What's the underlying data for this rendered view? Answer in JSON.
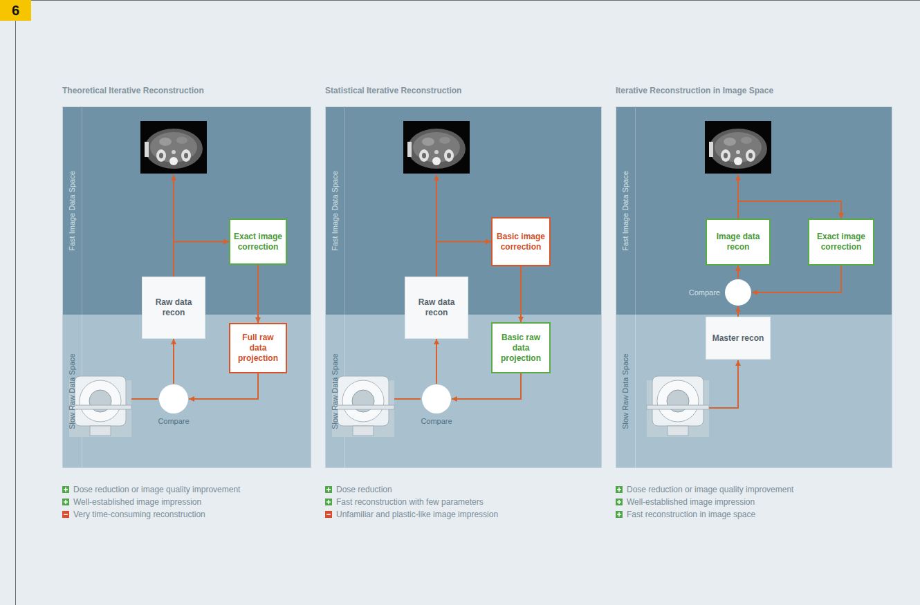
{
  "diagram": {
    "nodes": [
      {
        "text": [
          "Theoretical Iterative Reconstruction"
        ]
      },
      {
        "text": [
          "Fast Image Data Space"
        ],
        "in": 0
      },
      {
        "text": [
          "Slow Raw Data Space"
        ],
        "in": 0
      },
      {
        "text": [
          "Raw data recon"
        ],
        "in": 0
      },
      {
        "text": [
          "Exact image correction"
        ],
        "in": 0
      },
      {
        "text": [
          "Full raw data projection"
        ],
        "in": 0
      },
      {
        "text": [
          "Compare"
        ],
        "in": 0
      },
      {
        "text": [
          "Statistical Iterative Reconstruction"
        ]
      },
      {
        "text": [
          "Fast Image Data Space"
        ],
        "in": 7
      },
      {
        "text": [
          "Slow Raw Data Space"
        ],
        "in": 7
      },
      {
        "text": [
          "Raw data recon"
        ],
        "in": 7
      },
      {
        "text": [
          "Basic image correction"
        ],
        "in": 7
      },
      {
        "text": [
          "Basic raw data projection"
        ],
        "in": 7
      },
      {
        "text": [
          "Compare"
        ],
        "in": 7
      },
      {
        "text": [
          "Iterative Reconstruction in Image Space"
        ]
      },
      {
        "text": [
          "Fast Image Data Space"
        ],
        "in": 14
      },
      {
        "text": [
          "Slow Raw Data Space"
        ],
        "in": 14
      },
      {
        "text": [
          "Image data recon"
        ],
        "in": 14
      },
      {
        "text": [
          "Exact image correction"
        ],
        "in": 14
      },
      {
        "text": [
          "Compare"
        ],
        "in": 14
      },
      {
        "text": [
          "Master recon"
        ],
        "in": 14
      }
    ],
    "edges": [
      {
        "from": 6,
        "to": 3,
        "arrow": "to"
      },
      {
        "from": 3,
        "to": 4,
        "arrow": "to"
      },
      {
        "from": 4,
        "to": 5,
        "arrow": "to"
      },
      {
        "from": 5,
        "to": 6,
        "arrow": "to"
      },
      {
        "from": 13,
        "to": 10,
        "arrow": "to"
      },
      {
        "from": 10,
        "to": 11,
        "arrow": "to"
      },
      {
        "from": 11,
        "to": 12,
        "arrow": "to"
      },
      {
        "from": 12,
        "to": 13,
        "arrow": "to"
      },
      {
        "from": 20,
        "to": 19,
        "arrow": "to"
      },
      {
        "from": 19,
        "to": 17,
        "arrow": "to"
      },
      {
        "from": 17,
        "to": 18,
        "arrow": "to"
      },
      {
        "from": 18,
        "to": 19,
        "arrow": "to"
      }
    ],
    "labels": [
      "6",
      "Dose reduction or image quality improvement",
      "Well-established image impression",
      "Very time-consuming reconstruction",
      "Dose reduction",
      "Fast reconstruction with few parameters",
      "Unfamiliar and plastic-like image impression",
      "Dose reduction or image quality improvement",
      "Well-established image impression",
      "Fast reconstruction in image space"
    ]
  }
}
